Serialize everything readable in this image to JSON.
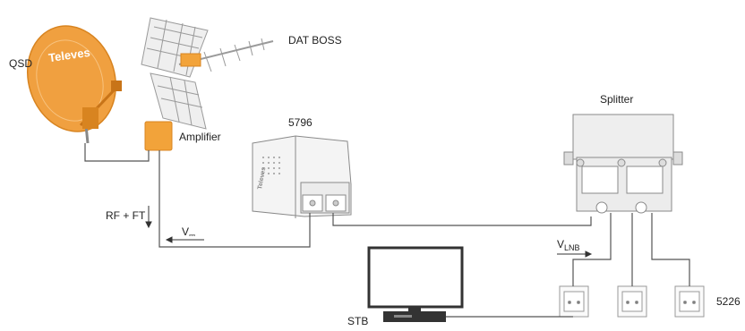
{
  "labels": {
    "qsd": "QSD",
    "brand": "Televes",
    "dat_boss": "DAT BOSS",
    "amplifier": "Amplifier",
    "psu_model": "5796",
    "splitter": "Splitter",
    "rf_ft": "RF + FT",
    "v_supply": "V",
    "v_supply_sub": "⎓",
    "v_lnb": "V",
    "v_lnb_sub": "LNB",
    "stb": "STB",
    "outlet_model": "5226"
  },
  "colors": {
    "dish": "#f0a040",
    "dish_dark": "#d88420",
    "amplifier": "#f2a33a",
    "line": "#555555",
    "device_stroke": "#8a8a8a",
    "device_fill": "#f4f4f4"
  }
}
